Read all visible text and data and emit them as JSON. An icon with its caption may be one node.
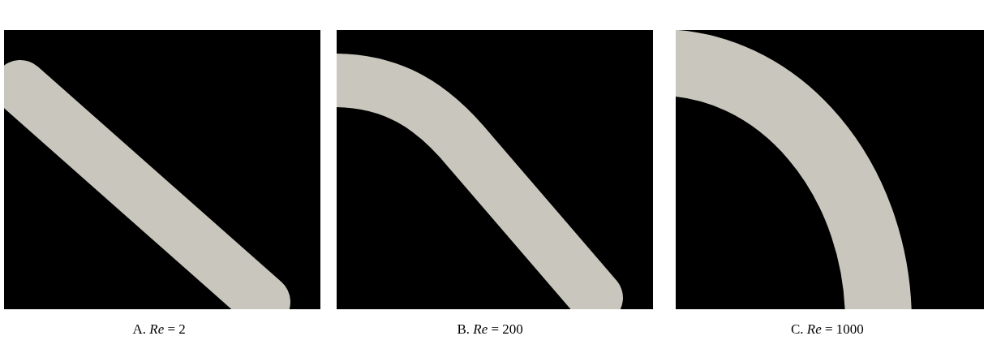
{
  "diagram": {
    "labels": [
      "A. *Re* = 2",
      "B. *Re* = 200",
      "C. *Re* = 1000"
    ]
  }
}
